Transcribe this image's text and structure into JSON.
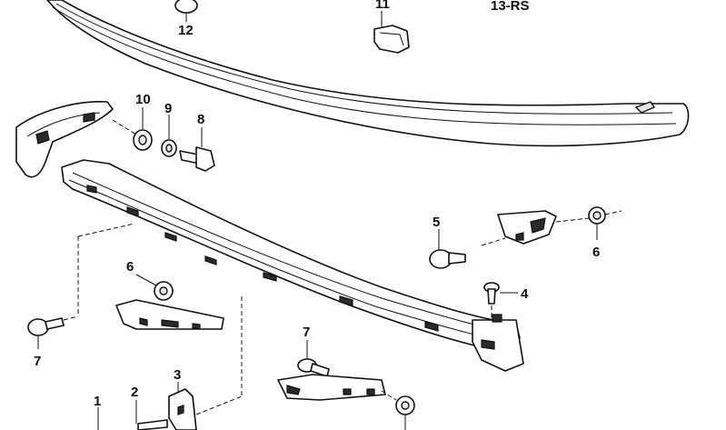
{
  "diagram": {
    "type": "exploded-parts-diagram",
    "corner_label": "13-RS",
    "callouts": [
      {
        "id": "c12",
        "label": "12"
      },
      {
        "id": "c11",
        "label": "11"
      },
      {
        "id": "c10",
        "label": "10"
      },
      {
        "id": "c9",
        "label": "9"
      },
      {
        "id": "c8",
        "label": "8"
      },
      {
        "id": "c5",
        "label": "5"
      },
      {
        "id": "c6a",
        "label": "6"
      },
      {
        "id": "c6b",
        "label": "6"
      },
      {
        "id": "c4",
        "label": "4"
      },
      {
        "id": "c7a",
        "label": "7"
      },
      {
        "id": "c7b",
        "label": "7"
      },
      {
        "id": "c3",
        "label": "3"
      },
      {
        "id": "c2",
        "label": "2"
      },
      {
        "id": "c1",
        "label": "1"
      }
    ]
  }
}
